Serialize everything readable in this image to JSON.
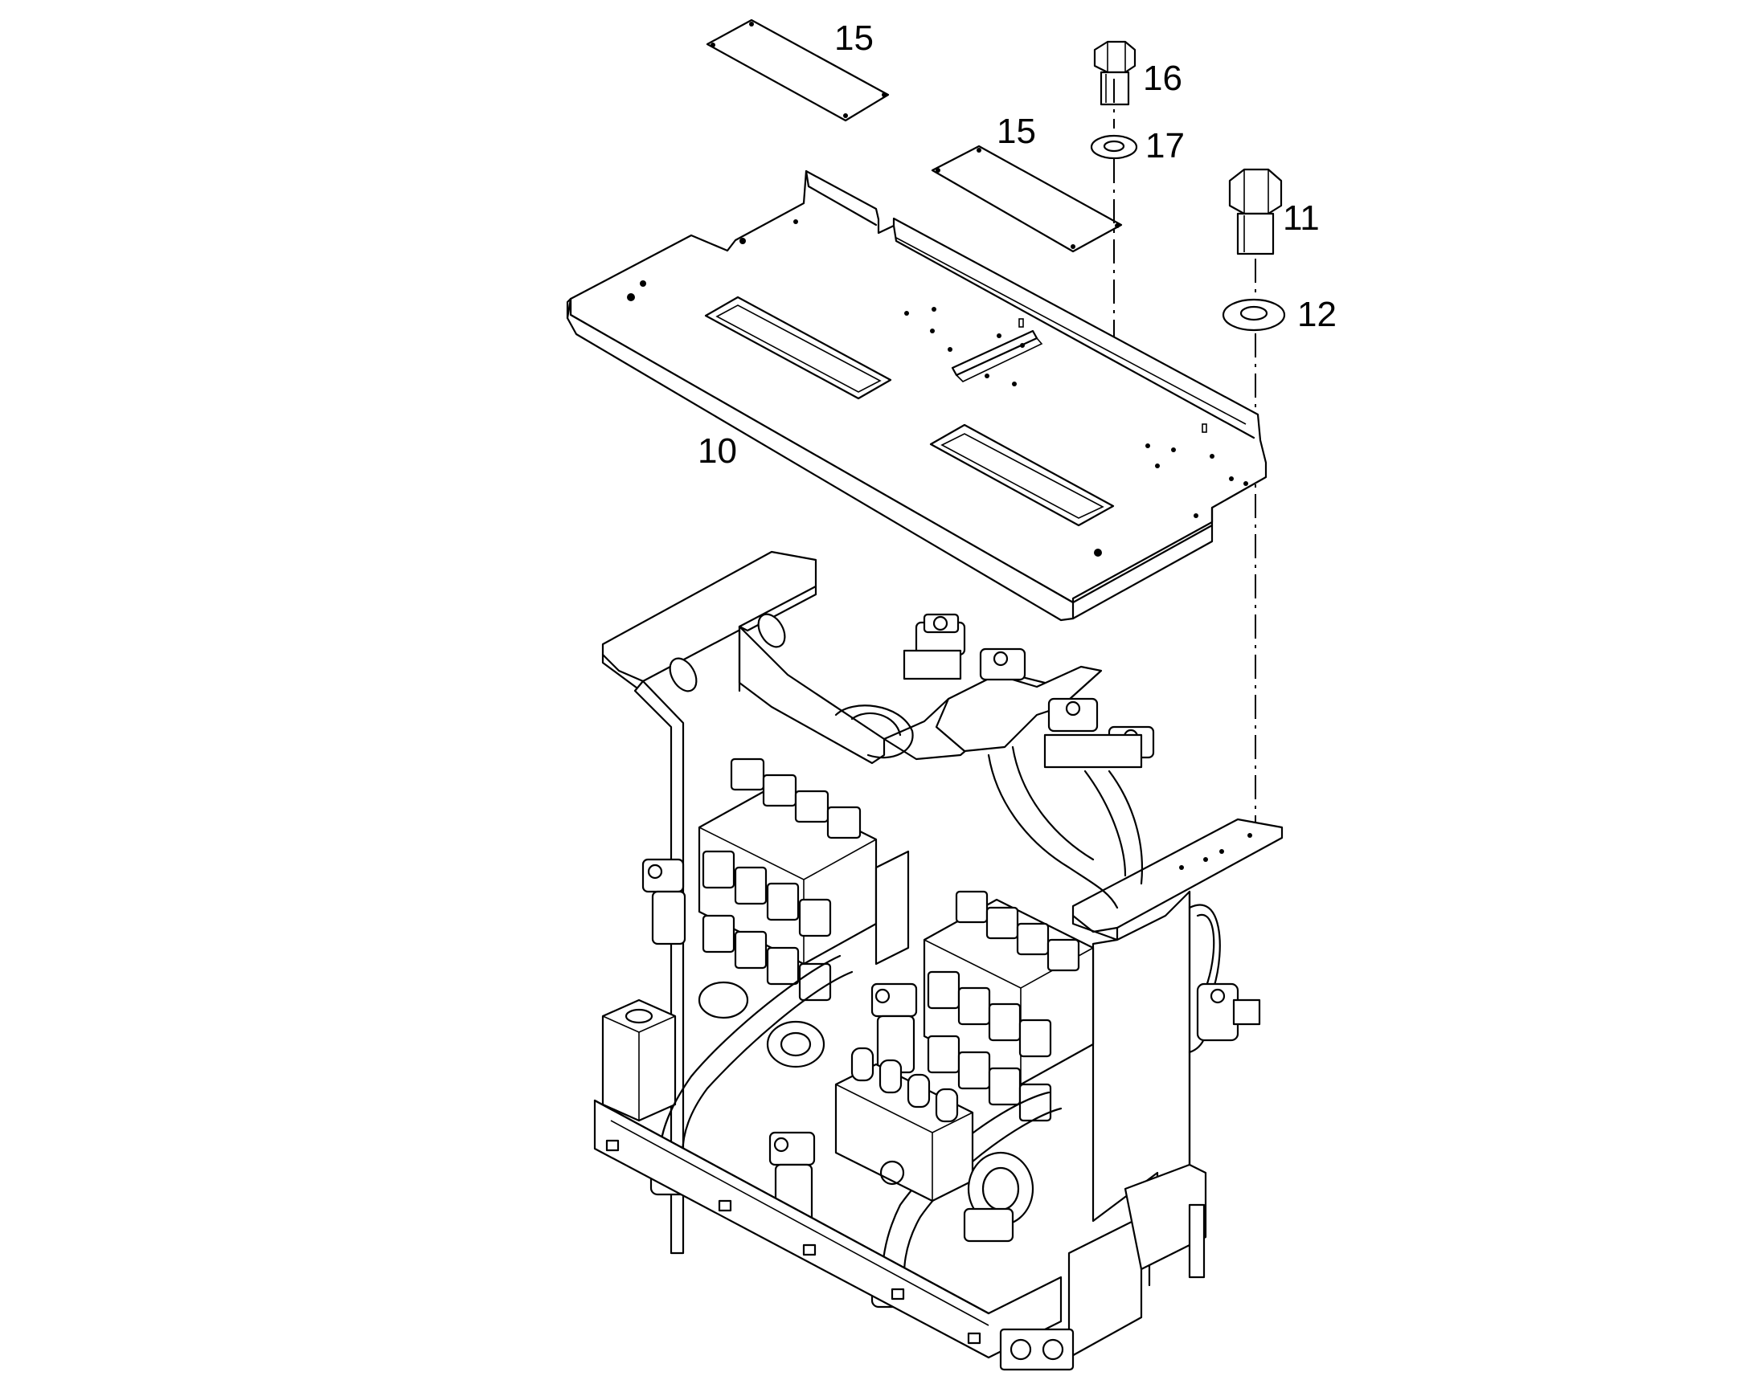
{
  "callouts": {
    "c10": "10",
    "c11": "11",
    "c12": "12",
    "c15a": "15",
    "c15b": "15",
    "c16": "16",
    "c17": "17"
  }
}
